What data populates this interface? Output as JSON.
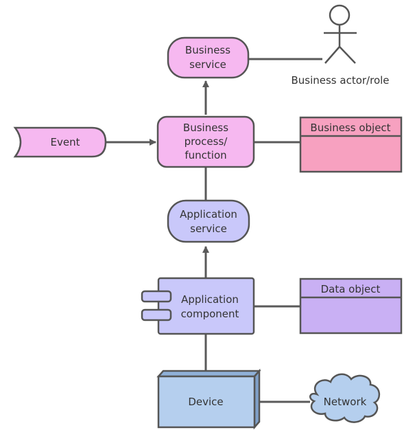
{
  "diagram": {
    "nodes": {
      "business_service": {
        "label_lines": [
          "Business",
          "service"
        ],
        "fill": "#f6b8f0"
      },
      "business_actor": {
        "label": "Business actor/role"
      },
      "business_process": {
        "label_lines": [
          "Business",
          "process/",
          "function"
        ],
        "fill": "#f6b8f0"
      },
      "event": {
        "label": "Event",
        "fill": "#f6b8f0"
      },
      "business_object": {
        "label": "Business object",
        "fill": "#f7a1c0"
      },
      "application_service": {
        "label_lines": [
          "Application",
          "service"
        ],
        "fill": "#c9c8fa"
      },
      "application_component": {
        "label_lines": [
          "Application",
          "component"
        ],
        "fill": "#c9c8fa"
      },
      "data_object": {
        "label": "Data object",
        "fill": "#c9b0f4"
      },
      "device": {
        "label": "Device",
        "fill": "#b5cfee"
      },
      "network": {
        "label": "Network",
        "fill": "#b5cfee"
      }
    },
    "edges": [
      {
        "from": "business_process",
        "to": "business_service",
        "arrow": true
      },
      {
        "from": "business_service",
        "to": "business_actor",
        "arrow": false
      },
      {
        "from": "event",
        "to": "business_process",
        "arrow": true
      },
      {
        "from": "business_process",
        "to": "business_object",
        "arrow": false
      },
      {
        "from": "application_service",
        "to": "business_process",
        "arrow": false
      },
      {
        "from": "application_component",
        "to": "application_service",
        "arrow": true
      },
      {
        "from": "application_component",
        "to": "data_object",
        "arrow": false
      },
      {
        "from": "device",
        "to": "application_component",
        "arrow": false
      },
      {
        "from": "device",
        "to": "network",
        "arrow": false
      }
    ]
  }
}
